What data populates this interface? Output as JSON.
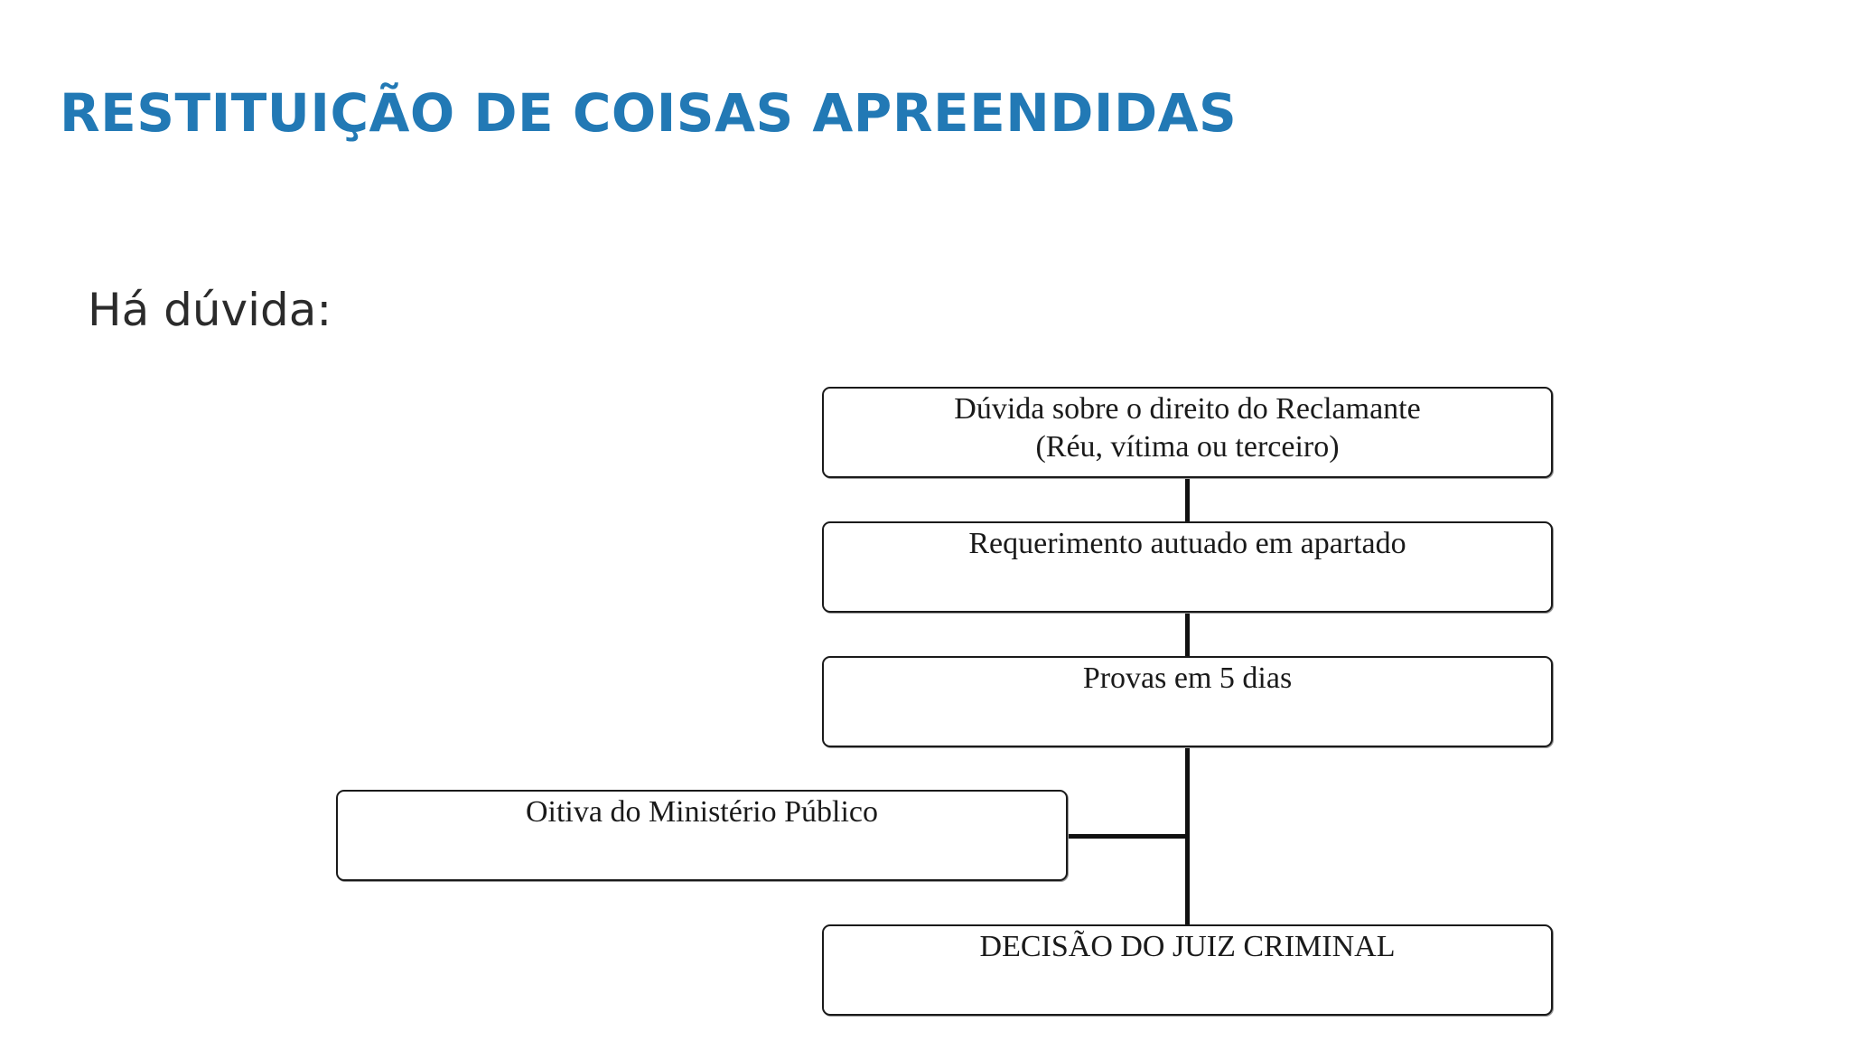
{
  "slide": {
    "title": "RESTITUIÇÃO DE COISAS APREENDIDAS",
    "subtitle": "Há dúvida:",
    "title_color": "#2279B5"
  },
  "flowchart": {
    "nodes": [
      {
        "id": "duvida",
        "lines": [
          "Dúvida sobre o direito do Reclamante",
          "(Réu, vítima ou terceiro)"
        ]
      },
      {
        "id": "requerimento",
        "lines": [
          "Requerimento autuado em apartado"
        ]
      },
      {
        "id": "provas",
        "lines": [
          "Provas em 5 dias"
        ]
      },
      {
        "id": "oitiva",
        "lines": [
          "Oitiva do Ministério Público"
        ]
      },
      {
        "id": "decisao",
        "lines": [
          "DECISÃO DO JUIZ CRIMINAL"
        ]
      }
    ],
    "edges": [
      {
        "from": "duvida",
        "to": "requerimento"
      },
      {
        "from": "requerimento",
        "to": "provas"
      },
      {
        "from": "provas",
        "to": "decisao"
      },
      {
        "from": "oitiva",
        "to": "decisao"
      }
    ]
  }
}
